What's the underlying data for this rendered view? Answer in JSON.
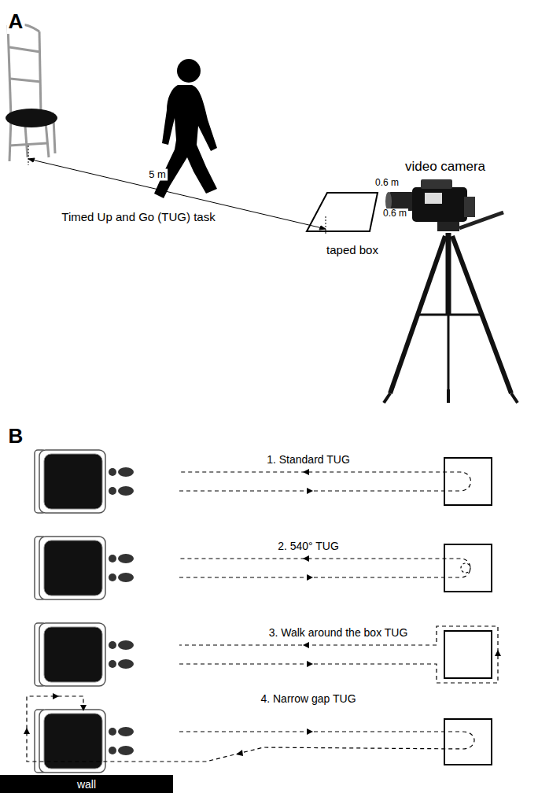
{
  "diagram": {
    "nodes": [
      {
        "text": [
          "wall"
        ]
      }
    ],
    "labels": [
      "A",
      "5 m",
      "0.6 m",
      "0.6 m",
      "taped box",
      "Timed Up and Go (TUG) task",
      "video camera",
      "B",
      "1. Standard TUG",
      "2. 540° TUG",
      "3. Walk around the box TUG",
      "4. Narrow gap TUG"
    ]
  }
}
